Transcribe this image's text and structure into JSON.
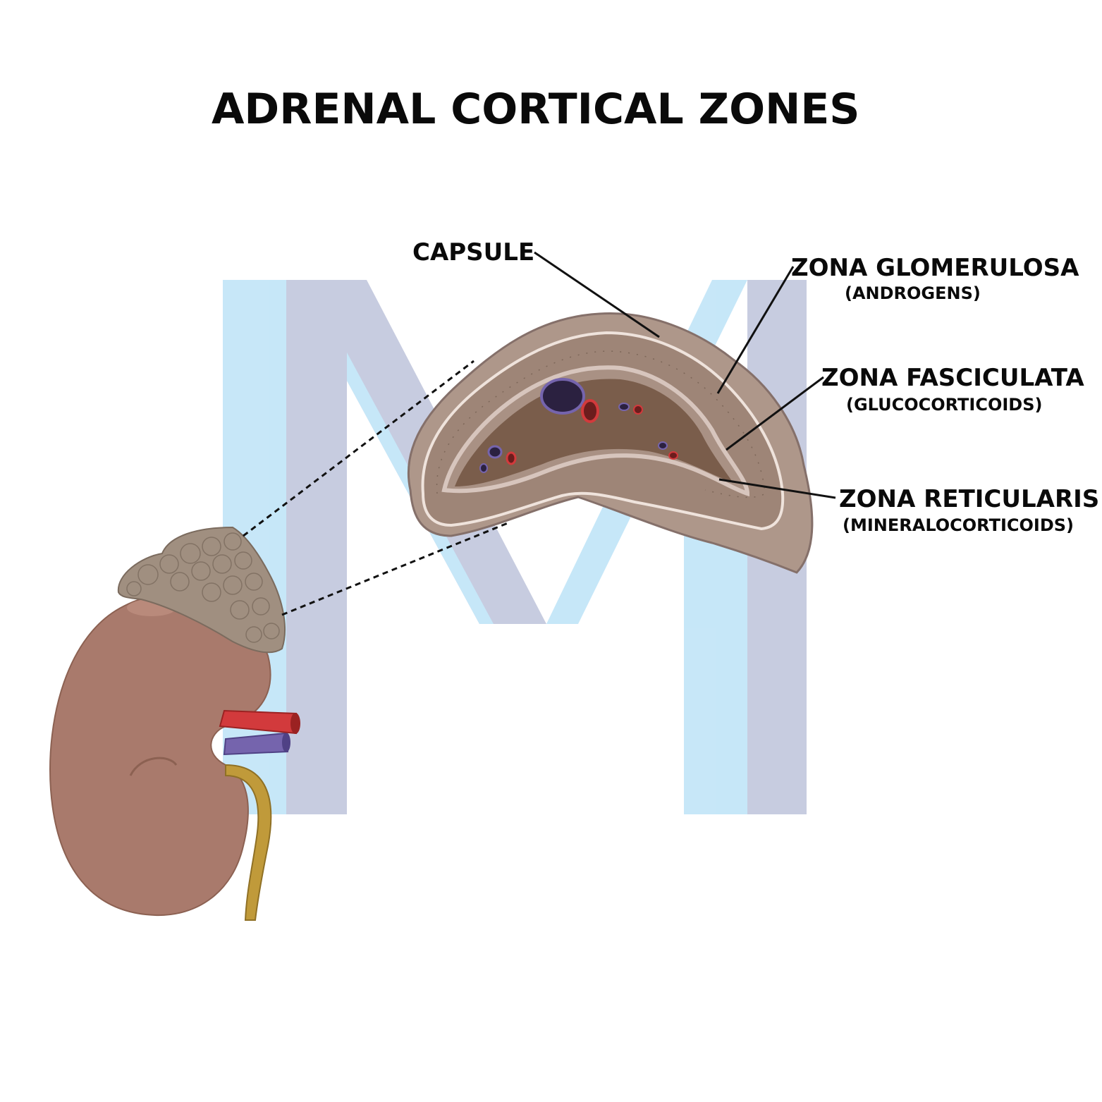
{
  "title": "ADRENAL CORTICAL ZONES",
  "labels": {
    "capsule": "CAPSULE",
    "glomerulosa": "ZONA GLOMERULOSA",
    "glomerulosa_sub": "(ANDROGENS)",
    "fasciculata": "ZONA FASCICULATA",
    "fasciculata_sub": "(GLUCOCORTICOIDS)",
    "reticularis": "ZONA RETICULARIS",
    "reticularis_sub": "(MINERALOCORTICOIDS)"
  },
  "colors": {
    "capsule": "#ae978a",
    "cortex": "#9e8577",
    "medulla": "#7a5d4b",
    "kidney": "#a97a6c",
    "artery": "#d23a3c",
    "vein": "#7564ad",
    "ureter": "#c09a3a",
    "watermark_blue": "#bfe3f7",
    "watermark_grey": "#c3c8de"
  }
}
